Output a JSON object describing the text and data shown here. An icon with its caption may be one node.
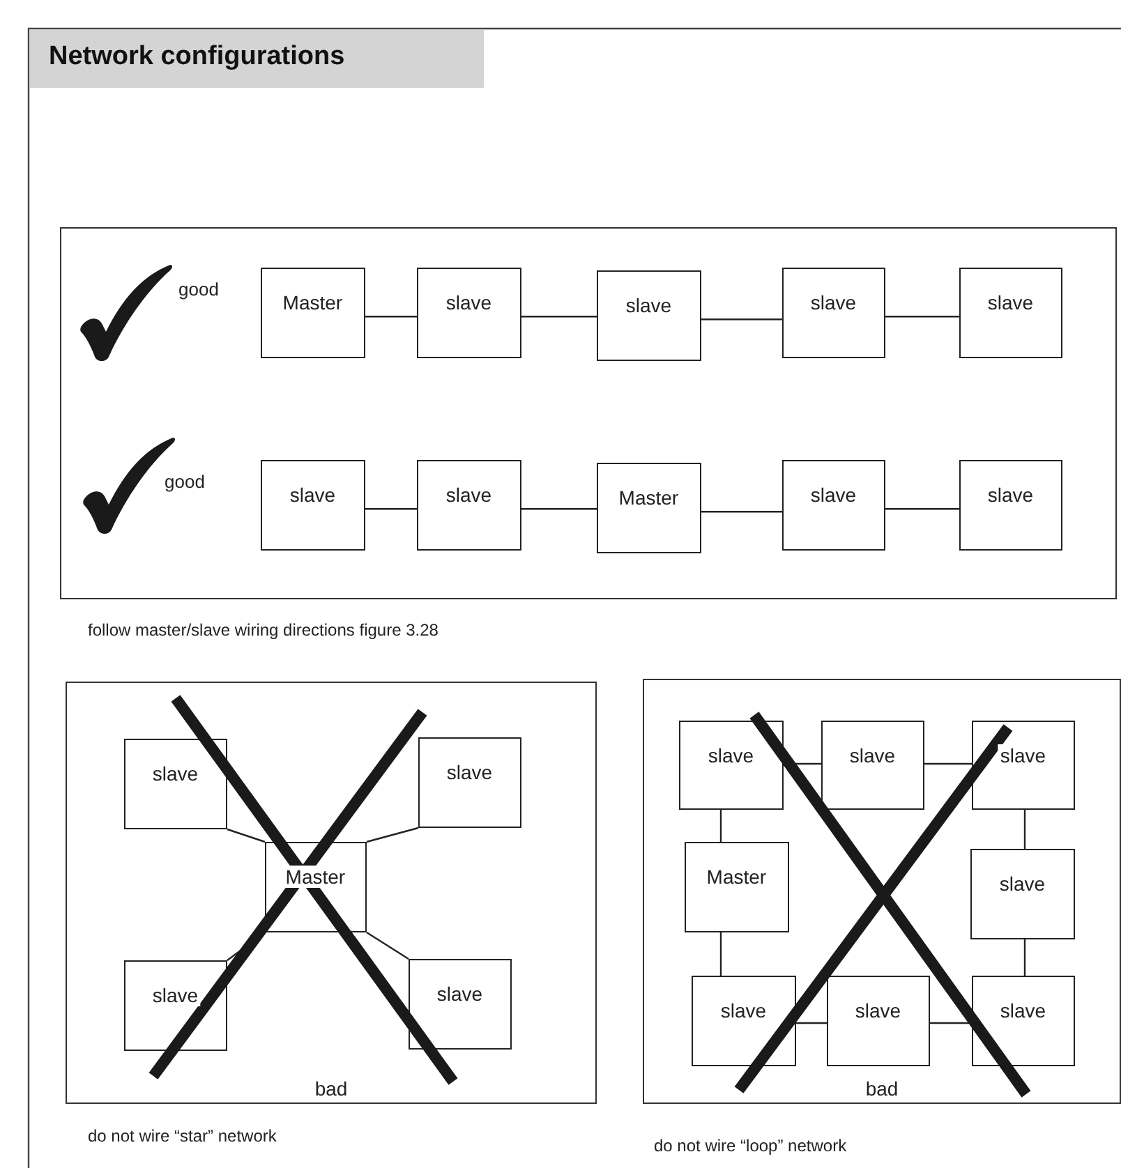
{
  "diagram": {
    "title": "Network configurations",
    "nodes": [
      {
        "text": [],
        "shape": "box",
        "beside": [
          "follow master/slave wiring directions figure 3.28"
        ]
      },
      {
        "text": [
          "Master"
        ],
        "in": 0
      },
      {
        "text": [
          "slave"
        ],
        "in": 0
      },
      {
        "text": [
          "slave"
        ],
        "in": 0
      },
      {
        "text": [
          "slave"
        ],
        "in": 0
      },
      {
        "text": [
          "slave"
        ],
        "in": 0
      },
      {
        "text": [
          "slave"
        ],
        "in": 0
      },
      {
        "text": [
          "slave"
        ],
        "in": 0
      },
      {
        "text": [
          "Master"
        ],
        "in": 0
      },
      {
        "text": [
          "slave"
        ],
        "in": 0
      },
      {
        "text": [
          "slave"
        ],
        "in": 0
      },
      {
        "text": [
          "bad"
        ],
        "beside": [
          "do not wire “star” network"
        ]
      },
      {
        "text": [
          "slave"
        ],
        "in": 11
      },
      {
        "text": [
          "slave"
        ],
        "in": 11
      },
      {
        "text": [
          "Master"
        ],
        "in": 11
      },
      {
        "text": [
          "slave"
        ],
        "in": 11
      },
      {
        "text": [
          "slave"
        ],
        "in": 11
      },
      {
        "text": [
          "bad"
        ],
        "beside": [
          "do not wire “loop” network"
        ]
      },
      {
        "text": [
          "slave"
        ],
        "in": 17
      },
      {
        "text": [
          "slave"
        ],
        "in": 17
      },
      {
        "text": [
          "slave"
        ],
        "in": 17
      },
      {
        "text": [
          "Master"
        ],
        "in": 17
      },
      {
        "text": [
          "slave"
        ],
        "in": 17
      },
      {
        "text": [
          "slave"
        ],
        "in": 17
      },
      {
        "text": [
          "slave"
        ],
        "in": 17
      },
      {
        "text": [
          "slave"
        ],
        "in": 17
      }
    ],
    "edges": [
      {
        "from": 1,
        "to": 2,
        "arrow": "none"
      },
      {
        "from": 2,
        "to": 3,
        "arrow": "none"
      },
      {
        "from": 3,
        "to": 4,
        "arrow": "none"
      },
      {
        "from": 4,
        "to": 5,
        "arrow": "none"
      },
      {
        "from": 6,
        "to": 7,
        "arrow": "none"
      },
      {
        "from": 7,
        "to": 8,
        "arrow": "none"
      },
      {
        "from": 8,
        "to": 9,
        "arrow": "none"
      },
      {
        "from": 9,
        "to": 10,
        "arrow": "none"
      },
      {
        "from": 14,
        "to": 12,
        "arrow": "none"
      },
      {
        "from": 14,
        "to": 13,
        "arrow": "none"
      },
      {
        "from": 14,
        "to": 15,
        "arrow": "none"
      },
      {
        "from": 14,
        "to": 16,
        "arrow": "none"
      },
      {
        "from": 18,
        "to": 19,
        "arrow": "none"
      },
      {
        "from": 19,
        "to": 20,
        "arrow": "none"
      },
      {
        "from": 20,
        "to": 22,
        "arrow": "none"
      },
      {
        "from": 22,
        "to": 25,
        "arrow": "none"
      },
      {
        "from": 25,
        "to": 24,
        "arrow": "none"
      },
      {
        "from": 24,
        "to": 23,
        "arrow": "none"
      },
      {
        "from": 23,
        "to": 21,
        "arrow": "none"
      },
      {
        "from": 21,
        "to": 18,
        "arrow": "none"
      }
    ],
    "labels": [
      "good",
      "good"
    ]
  }
}
